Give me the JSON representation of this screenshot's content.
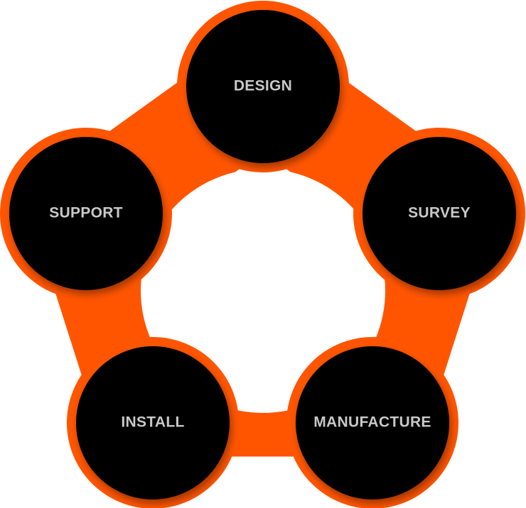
{
  "colors": {
    "ring": "#ff5500",
    "node_fill": "#000000",
    "label": "#c8c8c8",
    "background": "#ffffff"
  },
  "stages": [
    {
      "label": "DESIGN"
    },
    {
      "label": "SURVEY"
    },
    {
      "label": "MANUFACTURE"
    },
    {
      "label": "INSTALL"
    },
    {
      "label": "SUPPORT"
    }
  ]
}
